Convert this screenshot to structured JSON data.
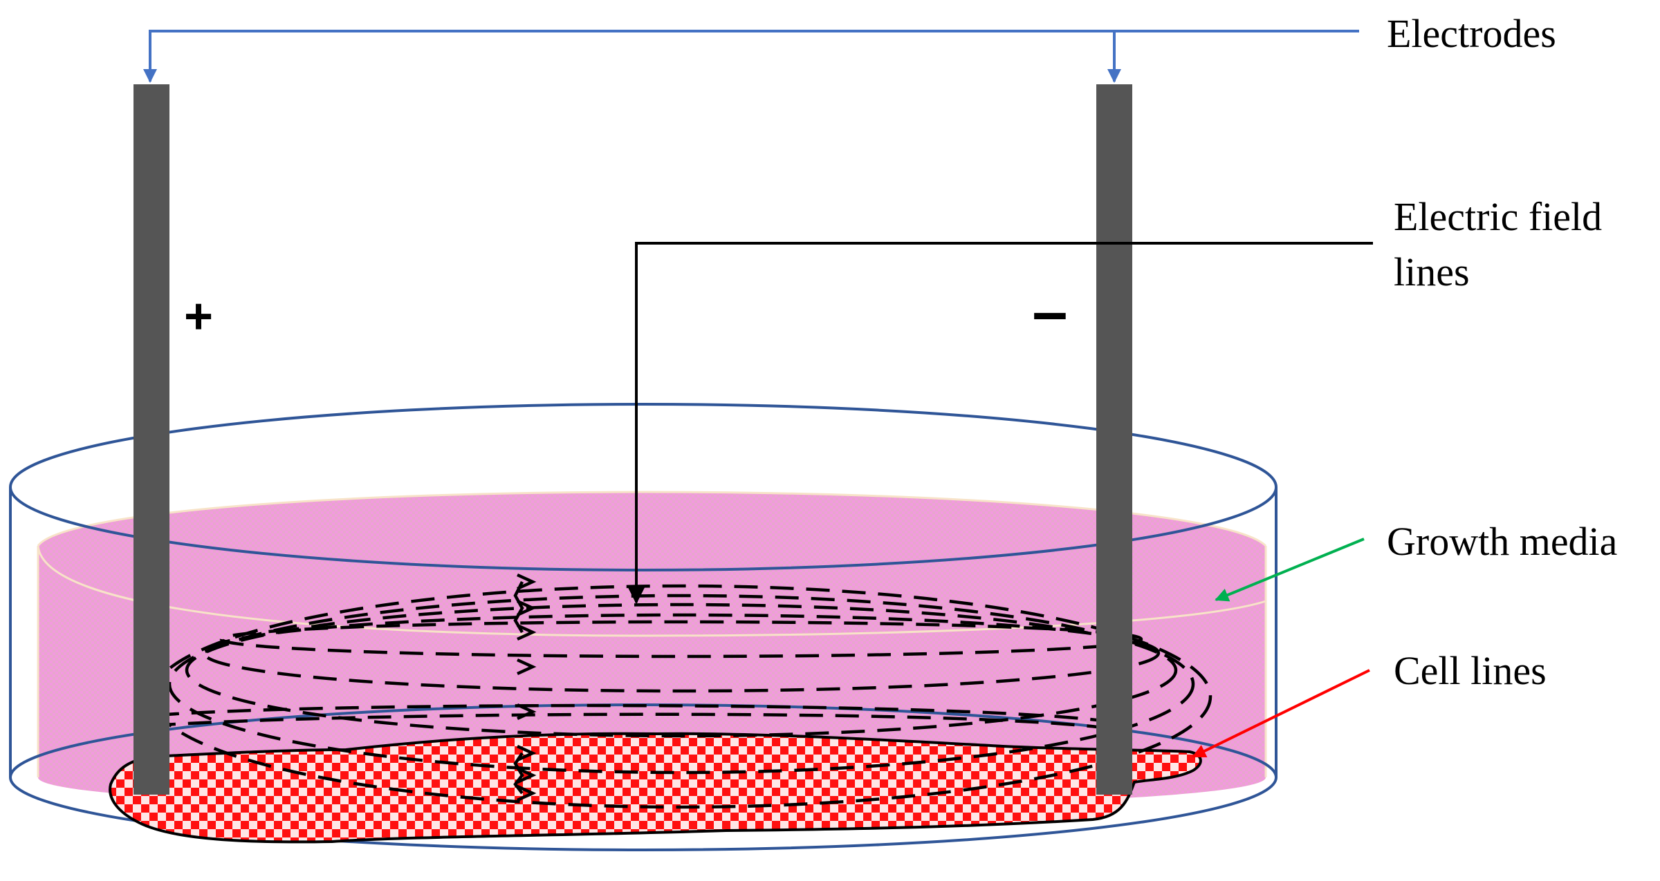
{
  "labels": {
    "electrodes": "Electrodes",
    "field_line1": "Electric field",
    "field_line2": "lines",
    "growth_media": "Growth media",
    "cell_lines": "Cell lines",
    "plus": "+",
    "minus": "–"
  },
  "colors": {
    "electrode": "#555555",
    "wire": "#4472C4",
    "dish_outline": "#2F5597",
    "media_fill": "#F39AE0",
    "media_dots": "#E6A0C8",
    "cell_red": "#FF1010",
    "cell_light": "#FFE4E4",
    "green_arrow": "#00B050",
    "red_arrow": "#FF0000",
    "field_lines": "#000000"
  },
  "icons": {
    "wire": "wire-arrow-icon",
    "pointer": "pointer-arrow-icon"
  }
}
